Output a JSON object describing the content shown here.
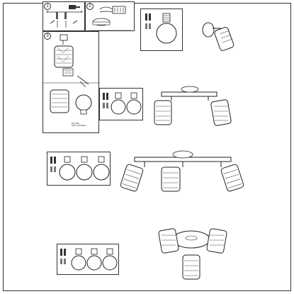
{
  "steps": [
    {
      "number": "1"
    },
    {
      "number": "2"
    },
    {
      "number": "3"
    }
  ],
  "bulb_spec_lines": [
    "E27 40W",
    "220V~240V/50Hz"
  ],
  "icons": {
    "screw": "screw-icon",
    "bulb": "bulb-icon",
    "spot": "spotlight-icon",
    "dowel": "dowel-icon",
    "ceiling_plate": "ceiling-plate-icon",
    "terminal_block": "terminal-block-icon",
    "screwdriver": "screwdriver-icon"
  },
  "variants": [
    {
      "name": "wall-lamp",
      "spot_count": 1,
      "bulb_count": 1
    },
    {
      "name": "bar-2",
      "spot_count": 2,
      "bulb_count": 2
    },
    {
      "name": "bar-3",
      "spot_count": 3,
      "bulb_count": 3
    },
    {
      "name": "round-3",
      "spot_count": 3,
      "bulb_count": 3
    }
  ]
}
